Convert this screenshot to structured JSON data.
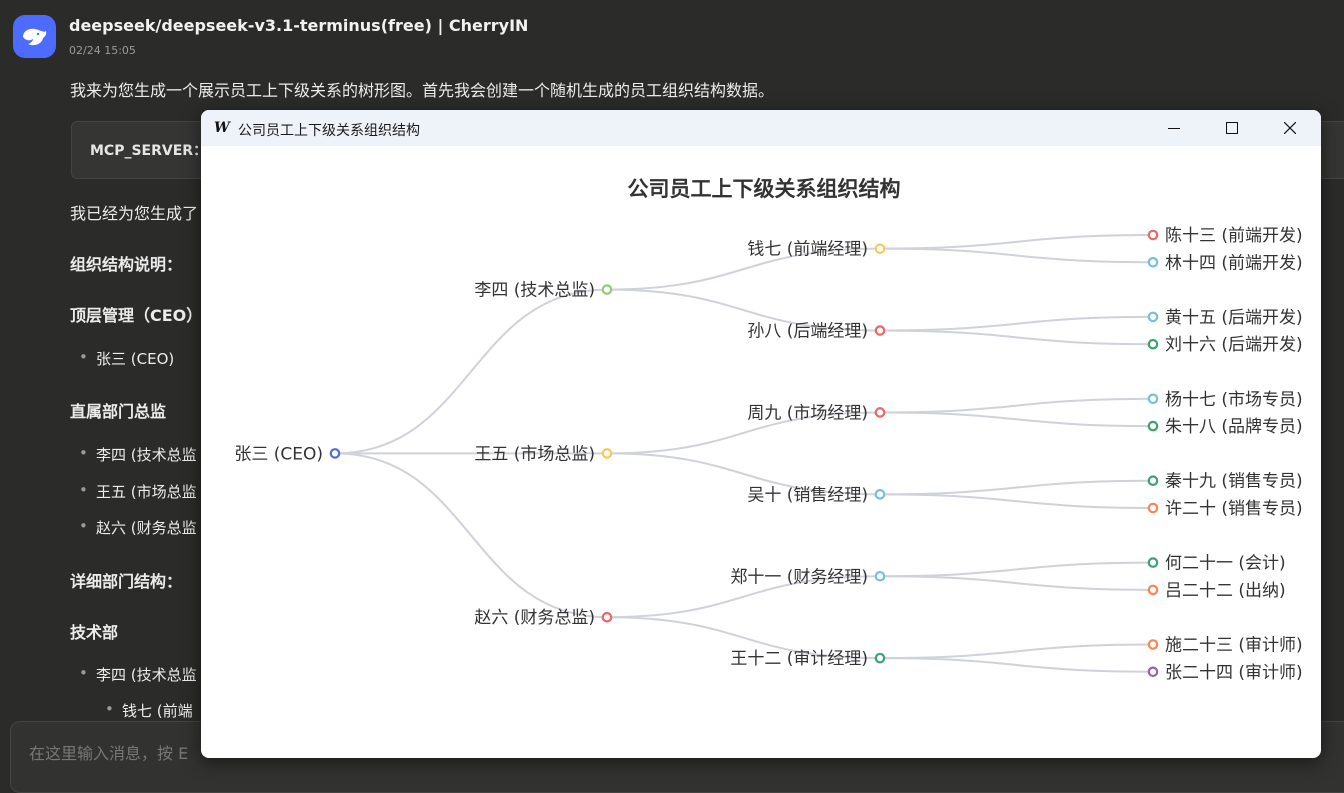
{
  "chat": {
    "sender": "deepseek/deepseek-v3.1-terminus(free) | CherryIN",
    "timestamp": "02/24 15:05",
    "intro": "我来为您生成一个展示员工上下级关系的树形图。首先我会创建一个随机生成的员工组织结构数据。",
    "tool_label": "MCP_SERVER：",
    "line_generated": "我已经为您生成了",
    "org_heading": "组织结构说明：",
    "top_heading": "顶层管理（CEO）",
    "top_items": [
      "张三 (CEO)"
    ],
    "direct_heading": "直属部门总监",
    "direct_items": [
      "李四 (技术总监",
      "王五 (市场总监",
      "赵六 (财务总监"
    ],
    "detail_heading": "详细部门结构：",
    "tech_heading": "技术部",
    "tech_items": [
      "李四 (技术总监"
    ],
    "tech_sub_items": [
      "钱七 (前端"
    ],
    "input_placeholder": "在这里输入消息，按 E"
  },
  "window": {
    "title": "公司员工上下级关系组织结构",
    "app_icon": "W",
    "controls": [
      "minimize-icon",
      "maximize-icon",
      "close-icon"
    ]
  },
  "chart_data": {
    "type": "tree",
    "title": "公司员工上下级关系组织结构",
    "orientation": "left-to-right",
    "root": {
      "name": "张三 (CEO)",
      "color": "#5470c6",
      "children": [
        {
          "name": "李四 (技术总监)",
          "color": "#91cc75",
          "children": [
            {
              "name": "钱七 (前端经理)",
              "color": "#fac858",
              "children": [
                {
                  "name": "陈十三 (前端开发)",
                  "color": "#ee6666"
                },
                {
                  "name": "林十四 (前端开发)",
                  "color": "#73c0de"
                }
              ]
            },
            {
              "name": "孙八 (后端经理)",
              "color": "#ee6666",
              "children": [
                {
                  "name": "黄十五 (后端开发)",
                  "color": "#73c0de"
                },
                {
                  "name": "刘十六 (后端开发)",
                  "color": "#3ba272"
                }
              ]
            }
          ]
        },
        {
          "name": "王五 (市场总监)",
          "color": "#fac858",
          "children": [
            {
              "name": "周九 (市场经理)",
              "color": "#ee6666",
              "children": [
                {
                  "name": "杨十七 (市场专员)",
                  "color": "#73c0de"
                },
                {
                  "name": "朱十八 (品牌专员)",
                  "color": "#3ba272"
                }
              ]
            },
            {
              "name": "吴十 (销售经理)",
              "color": "#73c0de",
              "children": [
                {
                  "name": "秦十九 (销售专员)",
                  "color": "#3ba272"
                },
                {
                  "name": "许二十 (销售专员)",
                  "color": "#fc8452"
                }
              ]
            }
          ]
        },
        {
          "name": "赵六 (财务总监)",
          "color": "#ee6666",
          "children": [
            {
              "name": "郑十一 (财务经理)",
              "color": "#73c0de",
              "children": [
                {
                  "name": "何二十一 (会计)",
                  "color": "#3ba272"
                },
                {
                  "name": "吕二十二 (出纳)",
                  "color": "#fc8452"
                }
              ]
            },
            {
              "name": "王十二 (审计经理)",
              "color": "#3ba272",
              "children": [
                {
                  "name": "施二十三 (审计师)",
                  "color": "#fc8452"
                },
                {
                  "name": "张二十四 (审计师)",
                  "color": "#9a60b4"
                }
              ]
            }
          ]
        }
      ]
    },
    "link_color": "#cfd2d9"
  }
}
